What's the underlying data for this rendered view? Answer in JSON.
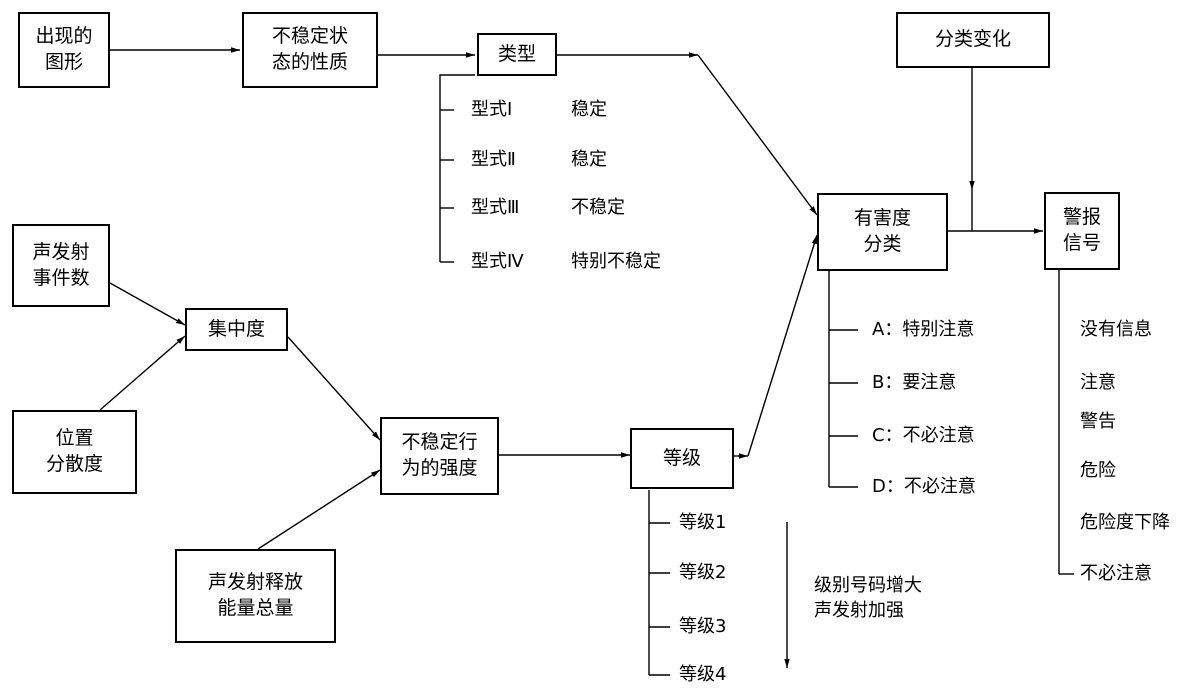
{
  "boxes": {
    "figures": "出现的\n图形",
    "nature": "不稳定状\n态的性质",
    "type": "类型",
    "class_change": "分类变化",
    "hazard": "有害度\n分类",
    "alarm": "警报\n信号",
    "ae_events": "声发射\n事件数",
    "concentration": "集中度",
    "position": "位置\n分散度",
    "intensity": "不稳定行\n为的强度",
    "grade": "等级",
    "ae_energy": "声发射释放\n能量总量"
  },
  "type_items": [
    {
      "form": "型式Ⅰ",
      "state": "稳定"
    },
    {
      "form": "型式Ⅱ",
      "state": "稳定"
    },
    {
      "form": "型式Ⅲ",
      "state": "不稳定"
    },
    {
      "form": "型式Ⅳ",
      "state": "特别不稳定"
    }
  ],
  "hazard_items": [
    "A：特别注意",
    "B：要注意",
    "C：不必注意",
    "D：不必注意"
  ],
  "alarm_items": [
    "没有信息",
    "注意",
    "警告",
    "危险",
    "危险度下降",
    "不必注意"
  ],
  "grade_items": [
    "等级1",
    "等级2",
    "等级3",
    "等级4"
  ],
  "grade_note": "级别号码增大\n声发射加强"
}
